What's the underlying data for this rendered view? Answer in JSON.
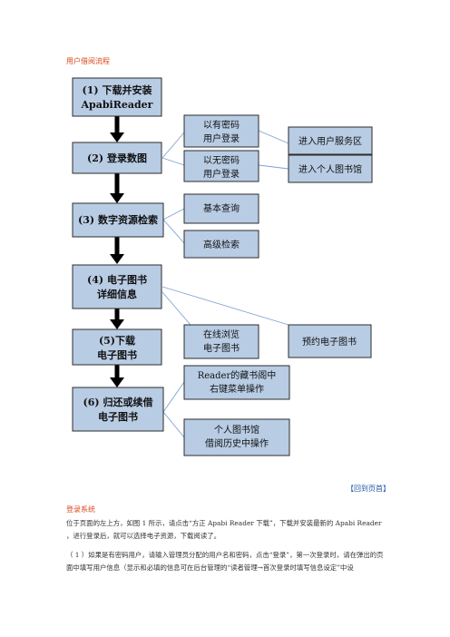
{
  "heading": "用户借阅流程",
  "steps": [
    {
      "line1": "(1) 下载并安装",
      "line2": "ApabiReader"
    },
    {
      "line1": "(2) 登录数图",
      "line2": ""
    },
    {
      "line1": "(3) 数字资源检索",
      "line2": ""
    },
    {
      "line1": "(4) 电子图书",
      "line2": "详细信息"
    },
    {
      "line1": "(5)下载",
      "line2": "电子图书"
    },
    {
      "line1": "(6) 归还或续借",
      "line2": "电子图书"
    }
  ],
  "options": [
    {
      "line1": "以有密码",
      "line2": "用户登录"
    },
    {
      "line1": "以无密码",
      "line2": "用户登录"
    },
    {
      "line1": "基本查询",
      "line2": ""
    },
    {
      "line1": "高级检索",
      "line2": ""
    },
    {
      "line1": "在线浏览",
      "line2": "电子图书"
    },
    {
      "line1": "Reader的藏书阁中",
      "line2": "右键菜单操作"
    },
    {
      "line1": "个人图书馆",
      "line2": "借阅历史中操作"
    }
  ],
  "results": [
    {
      "label": "进入用户服务区"
    },
    {
      "label": "进入个人图书馆"
    },
    {
      "label": "预约电子图书"
    }
  ],
  "colors": {
    "box_fill": "#b8cce4",
    "box_stroke": "#2b2b2b",
    "heading": "#d94a1e",
    "link": "#2156a5"
  },
  "back_link": "【回到页首】",
  "section_title": "登录系统",
  "paragraphs": [
    "位于页面的左上方，如图 1 所示，请点击“方正 Apabi Reader 下载”，下载并安装最新的 Apabi Reader ，进行登录后，就可以选择电子资源，下载阅读了。",
    "（ 1 ）如果是有密码用户，请输入管理员分配的用户名和密码，点击“登录”，第一次登录时，请在弹出的页面中填写用户信息（显示和必填的信息可在后台管理的“读者管理→首次登录时填写信息设定”中设"
  ]
}
